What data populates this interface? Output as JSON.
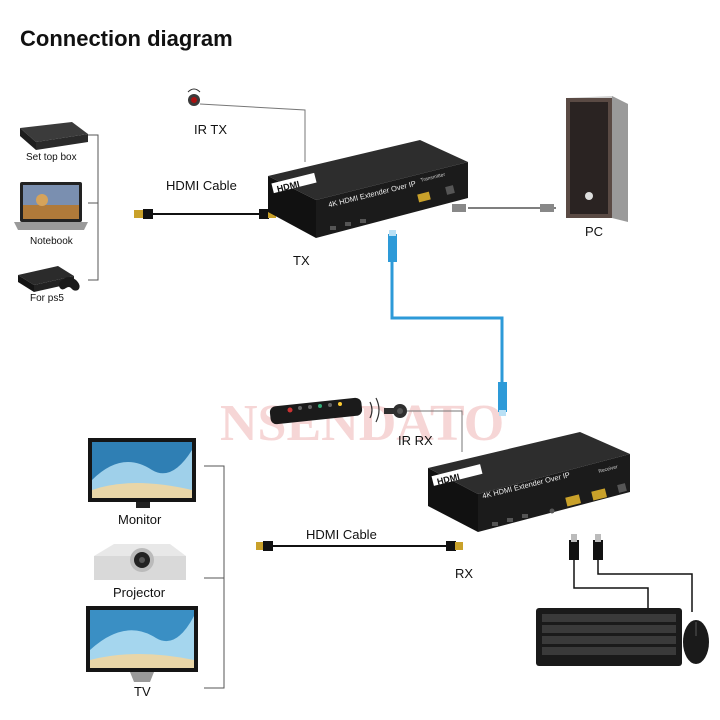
{
  "title": "Connection diagram",
  "watermark": "NSENDATO",
  "sources": [
    {
      "label": "Set top box",
      "icon": "set-top-box-icon"
    },
    {
      "label": "Notebook",
      "icon": "notebook-icon"
    },
    {
      "label": "For ps5",
      "icon": "game-console-icon"
    }
  ],
  "ir_tx": {
    "label": "IR TX",
    "icon": "ir-transmitter-icon"
  },
  "ir_rx": {
    "label": "IR RX",
    "icon": "ir-receiver-icon"
  },
  "remote": {
    "icon": "remote-control-icon"
  },
  "pc": {
    "label": "PC",
    "icon": "pc-tower-icon"
  },
  "tx_unit": {
    "label": "TX",
    "brand": "HDMI",
    "model": "4K HDMI Extender Over IP",
    "role": "Transmitter"
  },
  "rx_unit": {
    "label": "RX",
    "brand": "HDMI",
    "model": "4K HDMI Extender Over IP",
    "role": "Receiver"
  },
  "cables": {
    "hdmi_top": "HDMI Cable",
    "hdmi_bottom": "HDMI Cable"
  },
  "displays": [
    {
      "label": "Monitor",
      "icon": "monitor-icon"
    },
    {
      "label": "Projector",
      "icon": "projector-icon"
    },
    {
      "label": "TV",
      "icon": "tv-icon"
    }
  ],
  "peripherals": [
    {
      "icon": "keyboard-icon"
    },
    {
      "icon": "mouse-icon"
    }
  ],
  "colors": {
    "network_cable": "#2d9ad8",
    "device_body": "#1b1b1b",
    "line": "#444444",
    "watermark": "#f3c9c9"
  }
}
